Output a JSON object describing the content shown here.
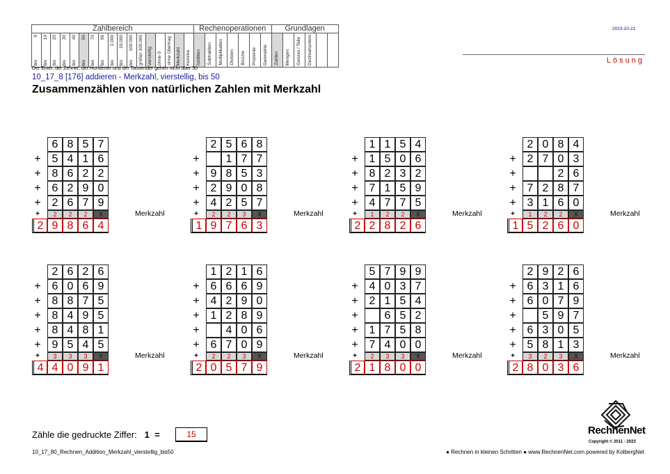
{
  "header": {
    "groups": [
      {
        "label": "Zahlbereich"
      },
      {
        "label": "Rechenoperationen"
      },
      {
        "label": "Grundlagen"
      }
    ],
    "zahlbereich": [
      {
        "top": "9",
        "bot": "bis"
      },
      {
        "top": "10",
        "bot": "bis"
      },
      {
        "top": "20",
        "bot": "bis"
      },
      {
        "top": "30",
        "bot": "bis"
      },
      {
        "top": "40",
        "bot": "bis"
      },
      {
        "top": "50",
        "bot": "bis",
        "shade": true
      },
      {
        "top": "70",
        "bot": "bis"
      },
      {
        "top": "99",
        "bot": "bis"
      },
      {
        "top": "1.000",
        "bot": "bis"
      },
      {
        "top": "10.000",
        "bot": "bis"
      },
      {
        "top": "100.000",
        "bot": "bis"
      },
      {
        "top": "größer 100.000",
        "bot": ""
      },
      {
        "top": "",
        "bot": "vierstellig",
        "shade": true
      },
      {
        "top": "",
        "bot": "ohne 0"
      },
      {
        "top": "",
        "bot": "ohne Übertrag"
      },
      {
        "top": "",
        "bot": "Merkzahl",
        "shade": true
      },
      {
        "top": "",
        "bot": "Komma"
      }
    ],
    "ops": [
      {
        "label": "Addition",
        "shade": true
      },
      {
        "label": "Subtraktion"
      },
      {
        "label": "Multiplikation"
      },
      {
        "label": "Division"
      },
      {
        "label": "Brüche"
      },
      {
        "label": "Prozente"
      },
      {
        "label": "Geometrie"
      }
    ],
    "grundlagen": [
      {
        "label": "Zahlen",
        "shade": true
      },
      {
        "label": "Mengen"
      },
      {
        "label": "Ganzes / Teile"
      },
      {
        "label": "Dezimalsystem"
      },
      {
        "label": ""
      },
      {
        "label": ""
      }
    ],
    "date": "2023-10-21",
    "solution_label": "Lösung",
    "note": "Der Einer, der Zehner, der Hunderter und der Tausender gehen nicht über 50",
    "code": "10_17_8   [176]   addieren - Merkzahl, vierstellig, bis 50",
    "title": "Zusammenzählen von natürlichen Zahlen mit Merkzahl"
  },
  "merkzahl_label": "Merkzahl",
  "exercises": [
    {
      "rows": [
        [
          "",
          "6",
          "8",
          "5",
          "7"
        ],
        [
          "+",
          "5",
          "4",
          "1",
          "6"
        ],
        [
          "+",
          "8",
          "6",
          "2",
          "2"
        ],
        [
          "+",
          "6",
          "2",
          "9",
          "0"
        ],
        [
          "+",
          "2",
          "6",
          "7",
          "9"
        ]
      ],
      "carry": [
        "2",
        "2",
        "2",
        "X"
      ],
      "result": [
        "2",
        "9",
        "8",
        "6",
        "4"
      ]
    },
    {
      "rows": [
        [
          "",
          "2",
          "5",
          "6",
          "8"
        ],
        [
          "+",
          "",
          "1",
          "7",
          "7"
        ],
        [
          "+",
          "9",
          "8",
          "5",
          "3"
        ],
        [
          "+",
          "2",
          "9",
          "0",
          "8"
        ],
        [
          "+",
          "4",
          "2",
          "5",
          "7"
        ]
      ],
      "carry": [
        "2",
        "2",
        "3",
        "X"
      ],
      "result": [
        "1",
        "9",
        "7",
        "6",
        "3"
      ]
    },
    {
      "rows": [
        [
          "",
          "1",
          "1",
          "5",
          "4"
        ],
        [
          "+",
          "1",
          "5",
          "0",
          "6"
        ],
        [
          "+",
          "8",
          "2",
          "3",
          "2"
        ],
        [
          "+",
          "7",
          "1",
          "5",
          "9"
        ],
        [
          "+",
          "4",
          "7",
          "7",
          "5"
        ]
      ],
      "carry": [
        "1",
        "2",
        "2",
        "X"
      ],
      "result": [
        "2",
        "2",
        "8",
        "2",
        "6"
      ]
    },
    {
      "rows": [
        [
          "",
          "2",
          "0",
          "8",
          "4"
        ],
        [
          "+",
          "2",
          "7",
          "0",
          "3"
        ],
        [
          "+",
          "",
          "",
          "2",
          "6"
        ],
        [
          "+",
          "7",
          "2",
          "8",
          "7"
        ],
        [
          "+",
          "3",
          "1",
          "6",
          "0"
        ]
      ],
      "carry": [
        "1",
        "2",
        "2",
        "X"
      ],
      "result": [
        "1",
        "5",
        "2",
        "6",
        "0"
      ]
    },
    {
      "rows": [
        [
          "",
          "2",
          "6",
          "2",
          "6"
        ],
        [
          "+",
          "6",
          "0",
          "6",
          "9"
        ],
        [
          "+",
          "8",
          "8",
          "7",
          "5"
        ],
        [
          "+",
          "8",
          "4",
          "9",
          "5"
        ],
        [
          "+",
          "8",
          "4",
          "8",
          "1"
        ],
        [
          "+",
          "9",
          "5",
          "4",
          "5"
        ]
      ],
      "carry": [
        "3",
        "3",
        "3",
        "X"
      ],
      "result": [
        "4",
        "4",
        "0",
        "9",
        "1"
      ]
    },
    {
      "rows": [
        [
          "",
          "1",
          "2",
          "1",
          "6"
        ],
        [
          "+",
          "6",
          "6",
          "6",
          "9"
        ],
        [
          "+",
          "4",
          "2",
          "9",
          "0"
        ],
        [
          "+",
          "1",
          "2",
          "8",
          "9"
        ],
        [
          "+",
          "",
          "4",
          "0",
          "6"
        ],
        [
          "+",
          "6",
          "7",
          "0",
          "9"
        ]
      ],
      "carry": [
        "2",
        "2",
        "3",
        "X"
      ],
      "result": [
        "2",
        "0",
        "5",
        "7",
        "9"
      ]
    },
    {
      "rows": [
        [
          "",
          "5",
          "7",
          "9",
          "9"
        ],
        [
          "+",
          "4",
          "0",
          "3",
          "7"
        ],
        [
          "+",
          "2",
          "1",
          "5",
          "4"
        ],
        [
          "+",
          "",
          "6",
          "5",
          "2"
        ],
        [
          "+",
          "1",
          "7",
          "5",
          "8"
        ],
        [
          "+",
          "7",
          "4",
          "0",
          "0"
        ]
      ],
      "carry": [
        "2",
        "3",
        "3",
        "X"
      ],
      "result": [
        "2",
        "1",
        "8",
        "0",
        "0"
      ]
    },
    {
      "rows": [
        [
          "",
          "2",
          "9",
          "2",
          "6"
        ],
        [
          "+",
          "6",
          "3",
          "1",
          "6"
        ],
        [
          "+",
          "6",
          "0",
          "7",
          "9"
        ],
        [
          "+",
          "",
          "5",
          "9",
          "7"
        ],
        [
          "+",
          "6",
          "3",
          "0",
          "5"
        ],
        [
          "+",
          "5",
          "8",
          "1",
          "3"
        ]
      ],
      "carry": [
        "3",
        "2",
        "3",
        "X"
      ],
      "result": [
        "2",
        "8",
        "0",
        "3",
        "6"
      ]
    }
  ],
  "footer": {
    "count_label": "Zähle die gedruckte Ziffer:",
    "count_digit": "1",
    "count_eq": "=",
    "count_value": "15",
    "filename": "10_17_80_Rechnen_Addition_Merkzahl_vierstellig_bis50",
    "right": "● Rechnen in kleinen Schritten ●      www.RechnenNet.com powered by KolbergNet",
    "logo_text": "RechnenNet",
    "copyright": "Copyright © 2011 - 2023"
  }
}
